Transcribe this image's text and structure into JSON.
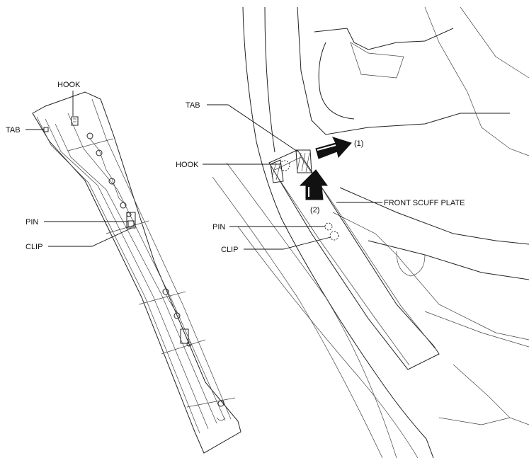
{
  "left_panel": {
    "labels": {
      "hook": "HOOK",
      "tab": "TAB",
      "pin": "PIN",
      "clip": "CLIP"
    }
  },
  "right_panel": {
    "labels": {
      "tab": "TAB",
      "hook": "HOOK",
      "pin": "PIN",
      "clip": "CLIP",
      "part": "FRONT SCUFF PLATE",
      "step1": "(1)",
      "step2": "(2)"
    }
  }
}
